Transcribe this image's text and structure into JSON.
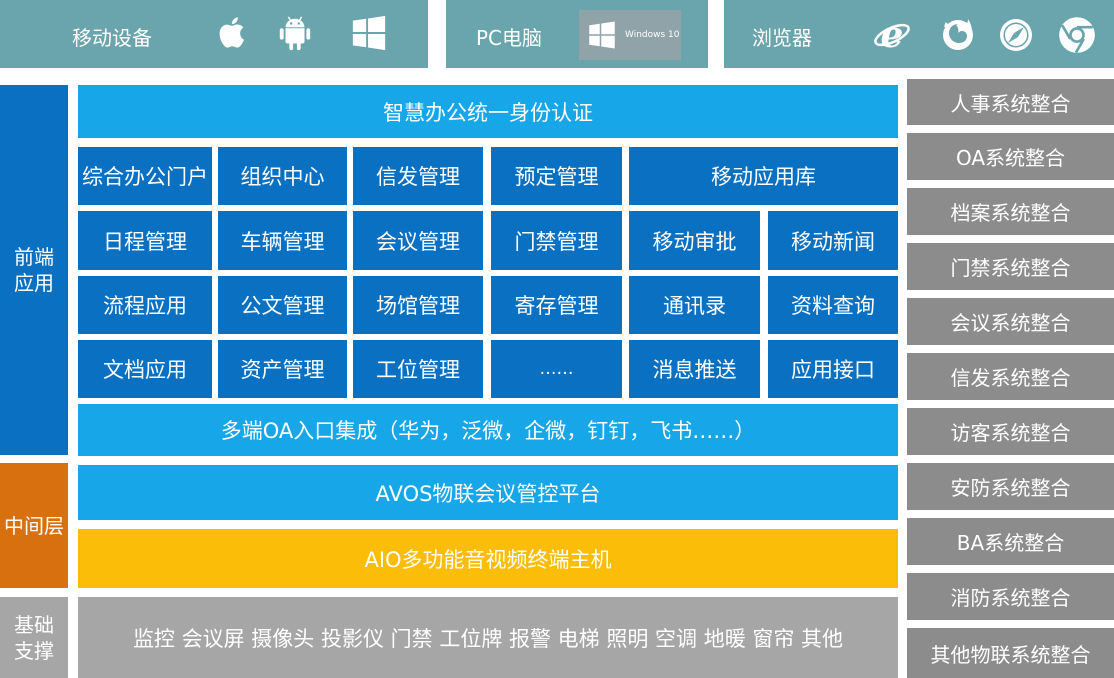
{
  "top": {
    "mobile_label": "移动设备",
    "mobile_icons": [
      "apple-icon",
      "android-icon",
      "windows-icon"
    ],
    "pc_label": "PC电脑",
    "pc_badge": "Windows 10",
    "browser_label": "浏览器",
    "browser_icons": [
      "ie-icon",
      "firefox-icon",
      "safari-icon",
      "chrome-icon"
    ]
  },
  "left": {
    "front": "前端\n应用",
    "middle": "中间层",
    "base": "基础\n支撑"
  },
  "front": {
    "auth": "智慧办公统一身份认证",
    "row1": [
      "综合办公门户",
      "组织中心",
      "信发管理",
      "预定管理",
      "移动应用库"
    ],
    "row2": [
      "日程管理",
      "车辆管理",
      "会议管理",
      "门禁管理",
      "移动审批",
      "移动新闻"
    ],
    "row3": [
      "流程应用",
      "公文管理",
      "场馆管理",
      "寄存管理",
      "通讯录",
      "资料查询"
    ],
    "row4": [
      "文档应用",
      "资产管理",
      "工位管理",
      "……",
      "消息推送",
      "应用接口"
    ],
    "oa": "多端OA入口集成（华为，泛微，企微，钉钉，飞书……）"
  },
  "middle": {
    "avos": "AVOS物联会议管控平台",
    "aio": "AIO多功能音视频终端主机"
  },
  "base": {
    "devices": "监控 会议屏 摄像头 投影仪 门禁 工位牌 报警 电梯 照明 空调 地暖 窗帘 其他"
  },
  "systems": [
    "人事系统整合",
    "OA系统整合",
    "档案系统整合",
    "门禁系统整合",
    "会议系统整合",
    "信发系统整合",
    "访客系统整合",
    "安防系统整合",
    "BA系统整合",
    "消防系统整合",
    "其他物联系统整合"
  ],
  "colors": {
    "top_bar": "#6aa5ad",
    "dark_blue": "#0a70c2",
    "light_blue": "#17a6e8",
    "orange": "#d9700f",
    "gold": "#fbbd08",
    "grey": "#a6a6a6",
    "system_grey": "#8c8c8c"
  }
}
